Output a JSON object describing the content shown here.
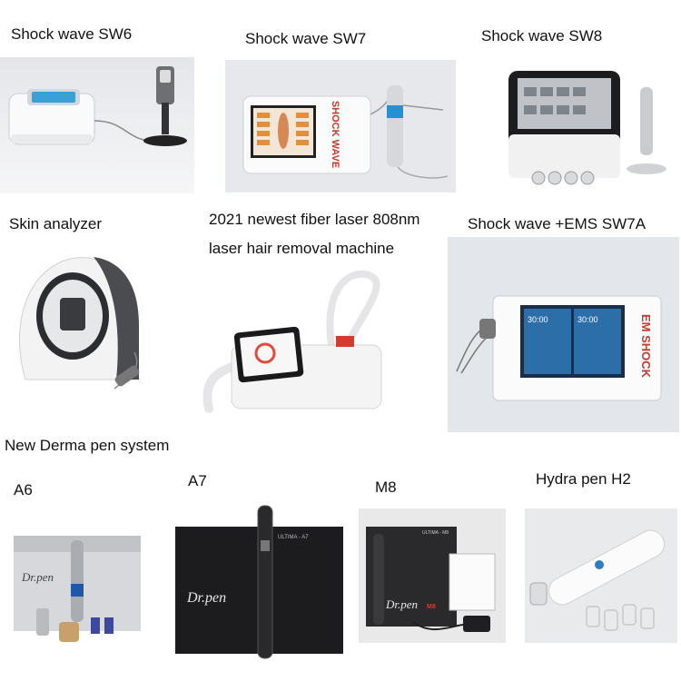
{
  "products": {
    "sw6": "Shock wave SW6",
    "sw7": "Shock wave SW7",
    "sw8": "Shock wave SW8",
    "skin": "Skin analyzer",
    "laser_line1": "2021 newest fiber laser 808nm",
    "laser_line2": "laser hair removal machine",
    "sw7a": "Shock wave +EMS SW7A",
    "derma_heading": "New Derma pen system",
    "a6": "A6",
    "a7": "A7",
    "m8": "M8",
    "h2": "Hydra pen H2"
  },
  "device_text": {
    "shock_wave_logo": "SHOCK WAVE",
    "em_shock_logo": "EM SHOCK",
    "timer_left": "30:00",
    "timer_right": "30:00",
    "drpen": "Dr.pen",
    "ultima_a7": "ULTIMA - A7",
    "ultima_m8": "ULTIMA - M8",
    "m8_mark": "M8"
  }
}
